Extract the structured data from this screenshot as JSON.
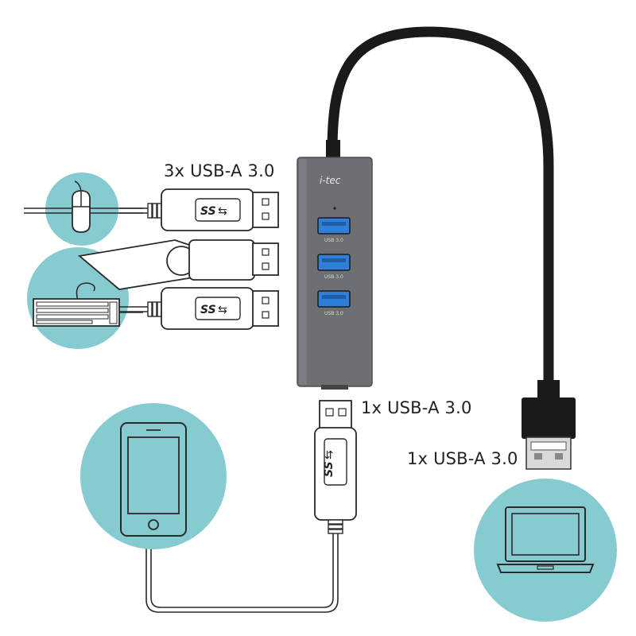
{
  "colors": {
    "circle": "#86cbd0",
    "hub_body": "#6e6f73",
    "cable": "#1a1a1a",
    "port_blue": "#2f7fd8",
    "outline": "#2a2a2a"
  },
  "hub": {
    "brand": "i-tec",
    "port_labels": [
      "USB 3.0",
      "USB 3.0",
      "USB 3.0"
    ]
  },
  "connectors": {
    "logo": "SS"
  },
  "labels": {
    "left_ports": "3x USB-A 3.0",
    "bottom_port": "1x USB-A 3.0",
    "host_plug": "1x USB-A 3.0"
  },
  "icons": [
    "mouse-icon",
    "keyboard-icon",
    "usb-flash-drive-icon",
    "smartphone-icon",
    "laptop-icon"
  ]
}
